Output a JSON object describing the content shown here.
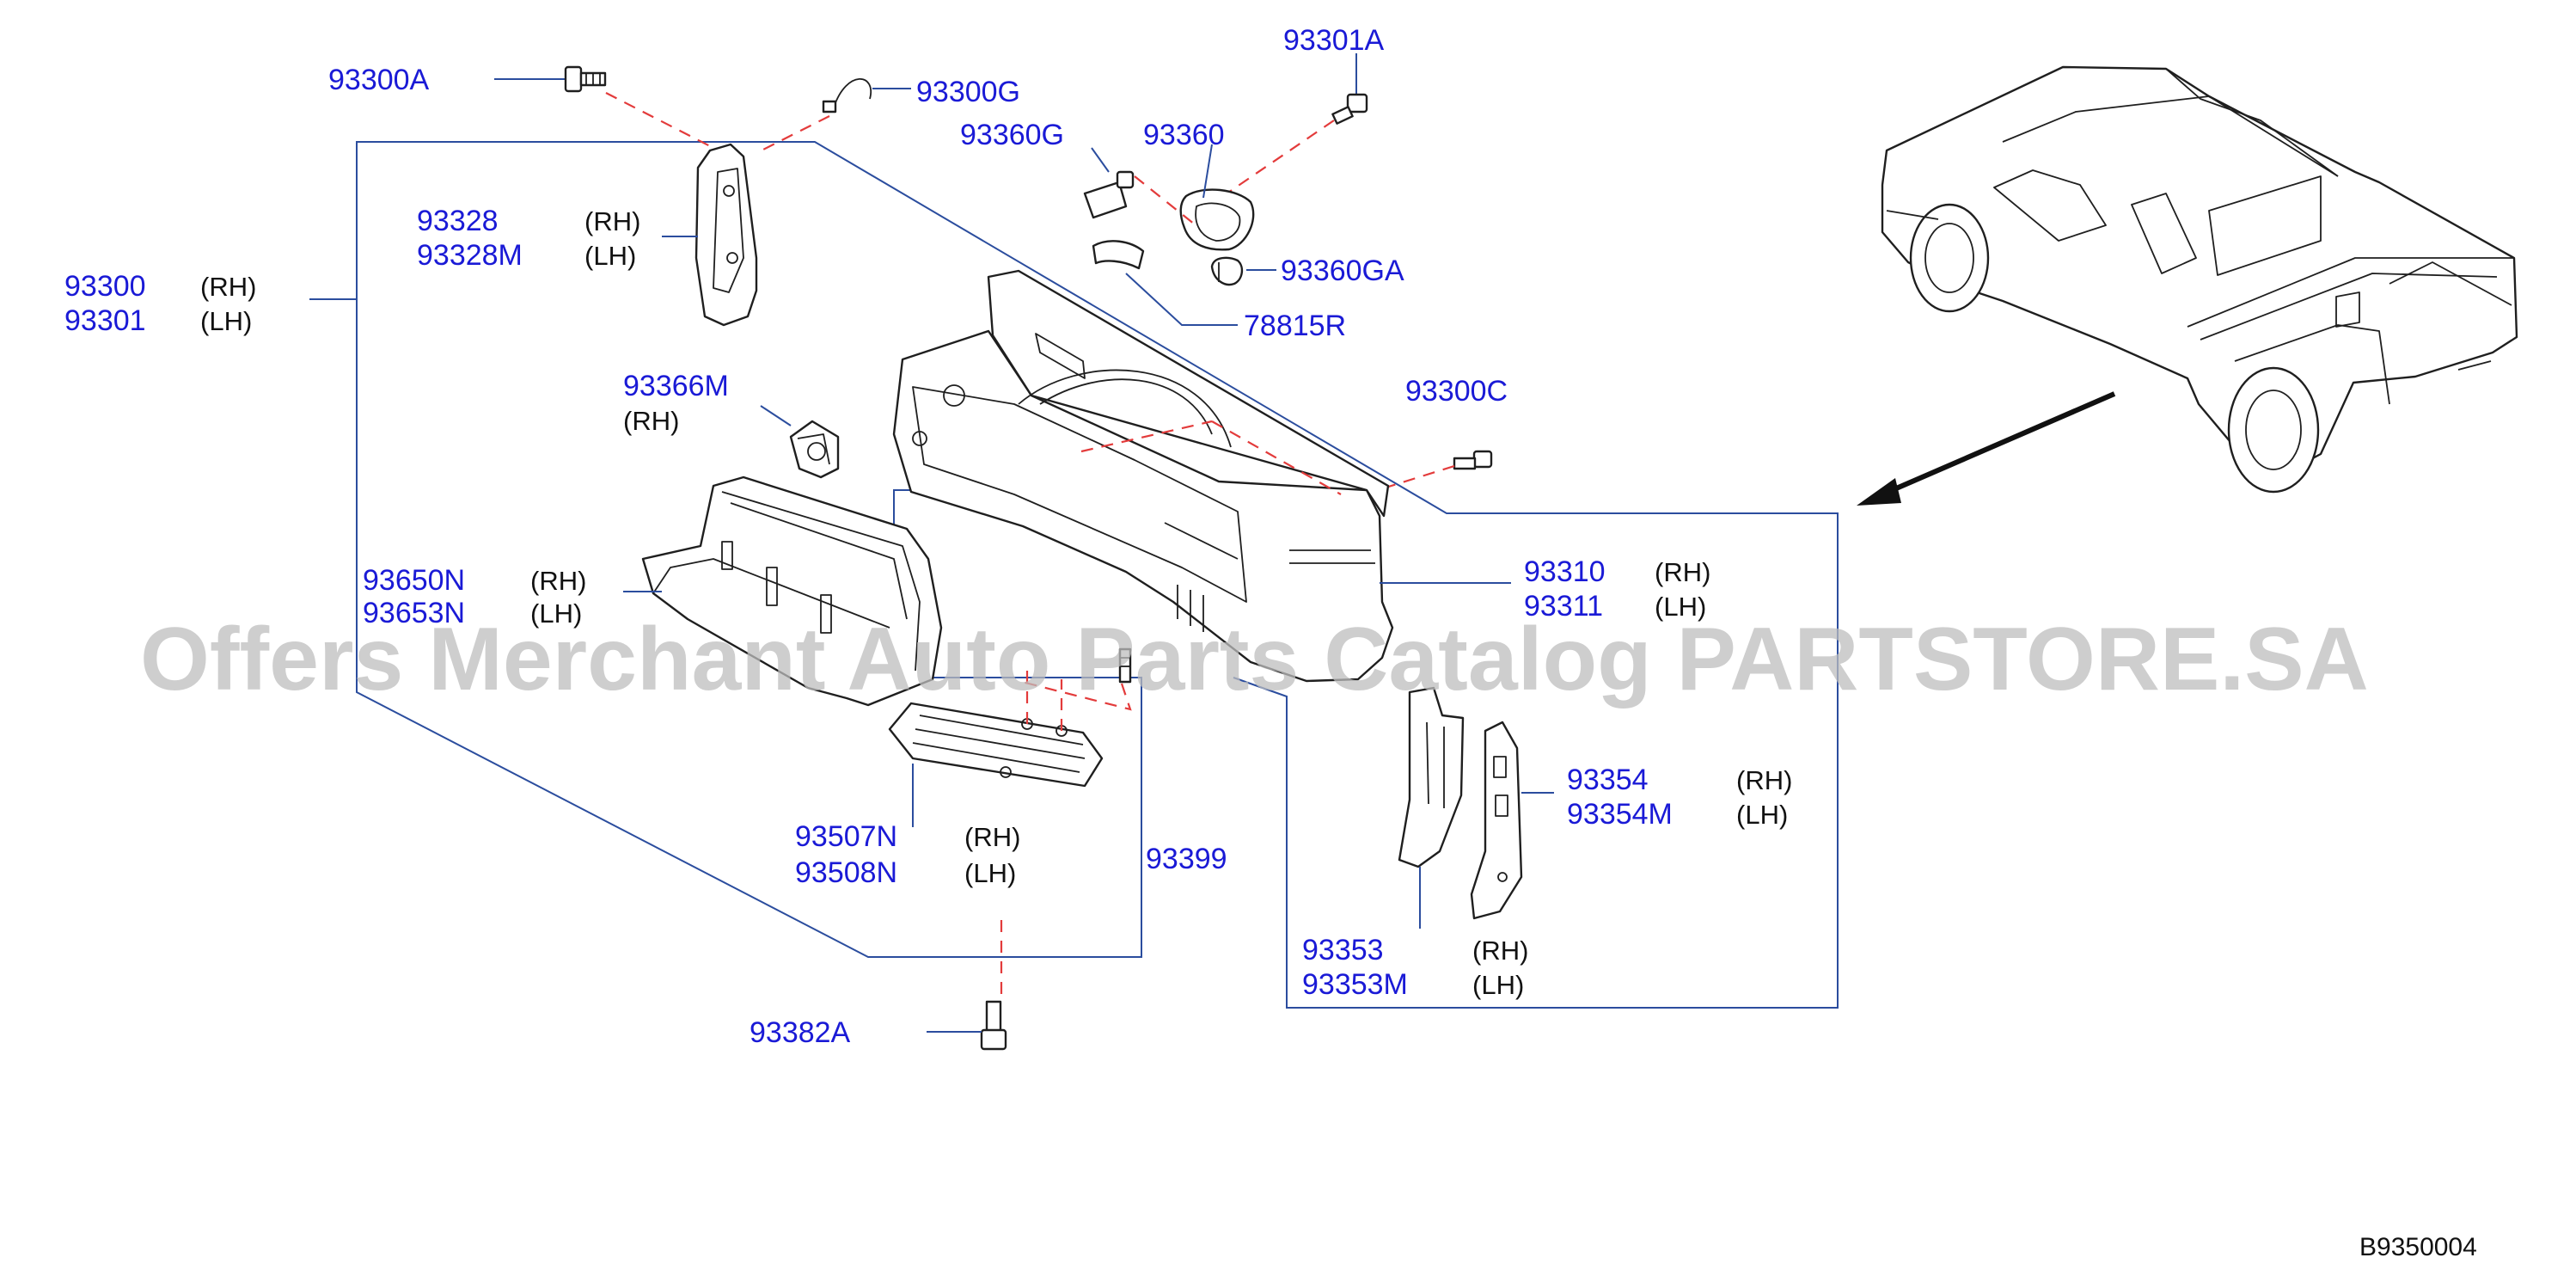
{
  "diagram_id": "B9350004",
  "watermark": "Offers Merchant Auto Parts Catalog PARTSTORE.SA",
  "colors": {
    "part_number": "#1a1ad6",
    "leader": "#2b4d9e",
    "dash": "#e33b3b",
    "watermark": "#bdbdbd"
  },
  "callouts": {
    "c93300A": {
      "pn": "93300A"
    },
    "c93300G": {
      "pn": "93300G"
    },
    "c93301A": {
      "pn": "93301A"
    },
    "c93360G": {
      "pn": "93360G"
    },
    "c93360": {
      "pn": "93360"
    },
    "c93360GA": {
      "pn": "93360GA"
    },
    "c78815R": {
      "pn": "78815R"
    },
    "c93300C": {
      "pn": "93300C"
    },
    "c93300": {
      "pn1": "93300",
      "side1": "(RH)",
      "pn2": "93301",
      "side2": "(LH)"
    },
    "c93328": {
      "pn1": "93328",
      "side1": "(RH)",
      "pn2": "93328M",
      "side2": "(LH)"
    },
    "c93366M": {
      "pn": "93366M",
      "side": "(RH)"
    },
    "c93650N": {
      "pn1": "93650N",
      "side1": "(RH)",
      "pn2": "93653N",
      "side2": "(LH)"
    },
    "c93310": {
      "pn1": "93310",
      "side1": "(RH)",
      "pn2": "93311",
      "side2": "(LH)"
    },
    "c93354": {
      "pn1": "93354",
      "side1": "(RH)",
      "pn2": "93354M",
      "side2": "(LH)"
    },
    "c93507N": {
      "pn1": "93507N",
      "side1": "(RH)",
      "pn2": "93508N",
      "side2": "(LH)"
    },
    "c93399": {
      "pn": "93399"
    },
    "c93353": {
      "pn1": "93353",
      "side1": "(RH)",
      "pn2": "93353M",
      "side2": "(LH)"
    },
    "c93382A": {
      "pn": "93382A"
    }
  }
}
